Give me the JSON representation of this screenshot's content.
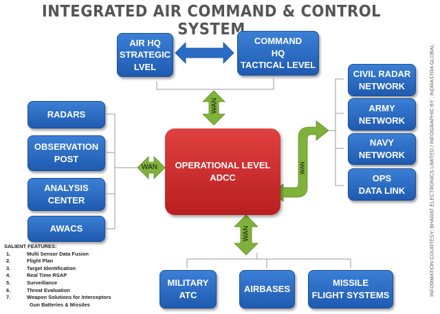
{
  "title": "INTEGRATED AIR COMMAND & CONTROL SYSTEM",
  "top": {
    "air_hq": "AIR HQ\nSTRATEGIC\nLVEL",
    "command_hq": "COMMAND\nHQ\nTACTICAL LEVEL"
  },
  "left": [
    "RADARS",
    "OBSERVATION\nPOST",
    "ANALYSIS\nCENTER",
    "AWACS"
  ],
  "right": [
    "CIVIL RADAR\nNETWORK",
    "ARMY\nNETWORK",
    "NAVY\nNETWORK",
    "OPS\nDATA LINK"
  ],
  "bottom": [
    "MILITARY\nATC",
    "AIRBASES",
    "MISSILE\nFLIGHT SYSTEMS"
  ],
  "center": "OPERATIONAL LEVEL\nADCC",
  "wan": "WAN",
  "features": {
    "heading": "SALIENT FEATURES:",
    "items": [
      {
        "n": "1.",
        "t": "Multi Sensor Data Fusion"
      },
      {
        "n": "2.",
        "t": "Flight Plan"
      },
      {
        "n": "3.",
        "t": "Target Identification"
      },
      {
        "n": "4.",
        "t": "Real Time RSAP"
      },
      {
        "n": "5.",
        "t": "Surveillance"
      },
      {
        "n": "6.",
        "t": "Threat Evaluation"
      },
      {
        "n": "7.",
        "t": "Weapon Solutions for Interceptors"
      },
      {
        "n": "",
        "t": "Gun Batteries & Missiles"
      }
    ]
  },
  "credit": "INFORMATION COURTESY: BHARAT ELECTRONICS LIMITED / INFOGRAPHIC BY : INDRASTRA GLOBAL",
  "colors": {
    "box": "#2a6cc4",
    "center": "#c82828",
    "arrow": "#7fb23a"
  }
}
